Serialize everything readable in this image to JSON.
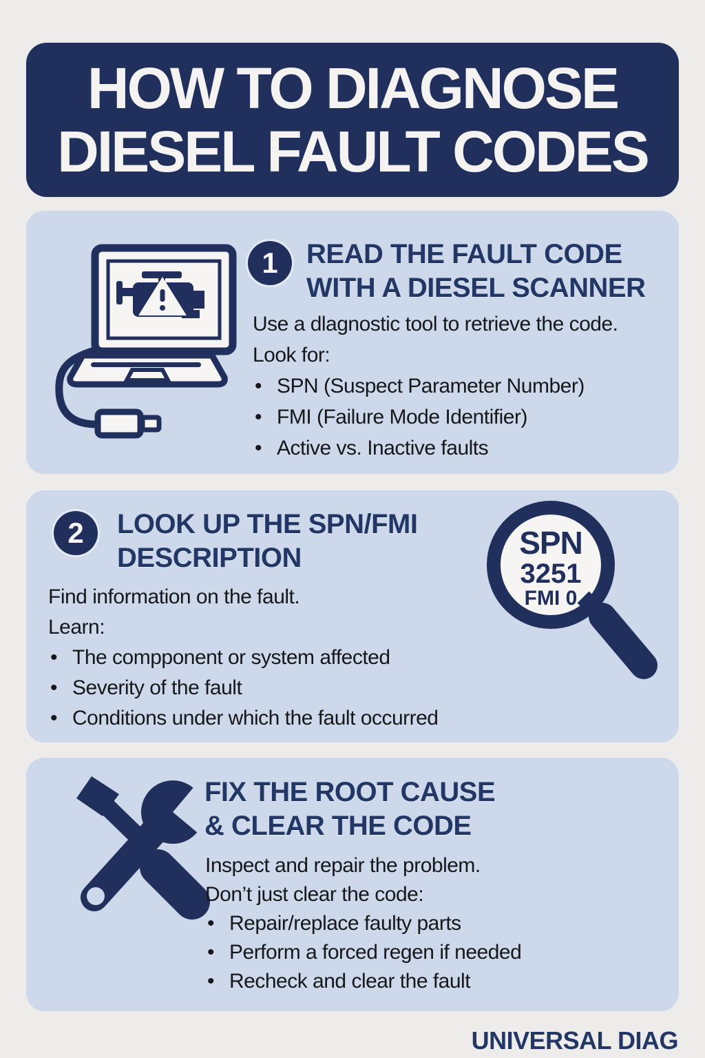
{
  "ui": {
    "bullet_char": "•"
  },
  "colors": {
    "navy": "#202f5c",
    "heading": "#223766",
    "card": "#cdd9ea",
    "bg": "#edecea",
    "text": "#16171b",
    "icon_white": "#f6f5f3"
  },
  "header": {
    "title_line1": "HOW TO DIAGNOSE",
    "title_line2": "DIESEL FAULT CODES"
  },
  "steps": [
    {
      "number": "1",
      "icon": "laptop-diesel-scanner",
      "title_line1": "READ THE FAULT CODE",
      "title_line2": "WITH A DIESEL SCANNER",
      "body": [
        "Use a dlagnostic tool to retrieve the code.",
        "Look for:"
      ],
      "bullets": [
        "SPN (Suspect Parameter Number)",
        "FMI (Failure Mode Identifier)",
        "Active vs. Inactive faults"
      ]
    },
    {
      "number": "2",
      "icon": "magnifying-glass-spn",
      "title_line1": "LOOK UP THE SPN/FMI",
      "title_line2": "DESCRIPTION",
      "magnifier": {
        "spn": "SPN",
        "code": "3251",
        "fmi": "FMI 0"
      },
      "body": [
        "Find information on the fault.",
        "Learn:"
      ],
      "bullets": [
        "The compponent or system affected",
        "Severity of the fault",
        "Conditions under which the fault occurred"
      ]
    },
    {
      "icon": "crossed-tools",
      "title_line1": "FIX THE ROOT CAUSE",
      "title_line2": "& CLEAR THE CODE",
      "body": [
        "Inspect and repair the problem.",
        "Don’t just clear the code:"
      ],
      "bullets": [
        "Repair/replace faulty parts",
        "Perform a forced regen if needed",
        "Recheck and clear the fault"
      ]
    }
  ],
  "footer": {
    "brand": "UNIVERSAL DIAG"
  }
}
